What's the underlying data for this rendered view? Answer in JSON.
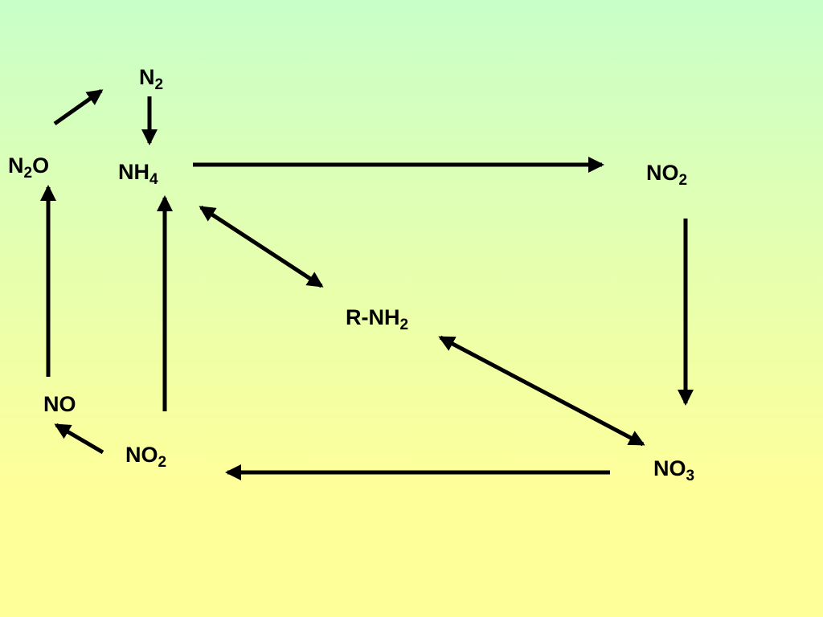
{
  "colors": {
    "background_top": "#c8ffc8",
    "background_bottom": "#ffff99",
    "ink": "#000000"
  },
  "nodes": {
    "n2": {
      "base": "N",
      "sub": "2",
      "tail": ""
    },
    "n2o": {
      "base": "N",
      "sub": "2",
      "tail": "O"
    },
    "nh4": {
      "base": "NH",
      "sub": "4",
      "tail": ""
    },
    "no2_top": {
      "base": "NO",
      "sub": "2",
      "tail": ""
    },
    "rnh2": {
      "base": "R-NH",
      "sub": "2",
      "tail": ""
    },
    "no": {
      "base": "NO",
      "sub": "",
      "tail": ""
    },
    "no2_bottom": {
      "base": "NO",
      "sub": "2",
      "tail": ""
    },
    "no3": {
      "base": "NO",
      "sub": "3",
      "tail": ""
    }
  }
}
